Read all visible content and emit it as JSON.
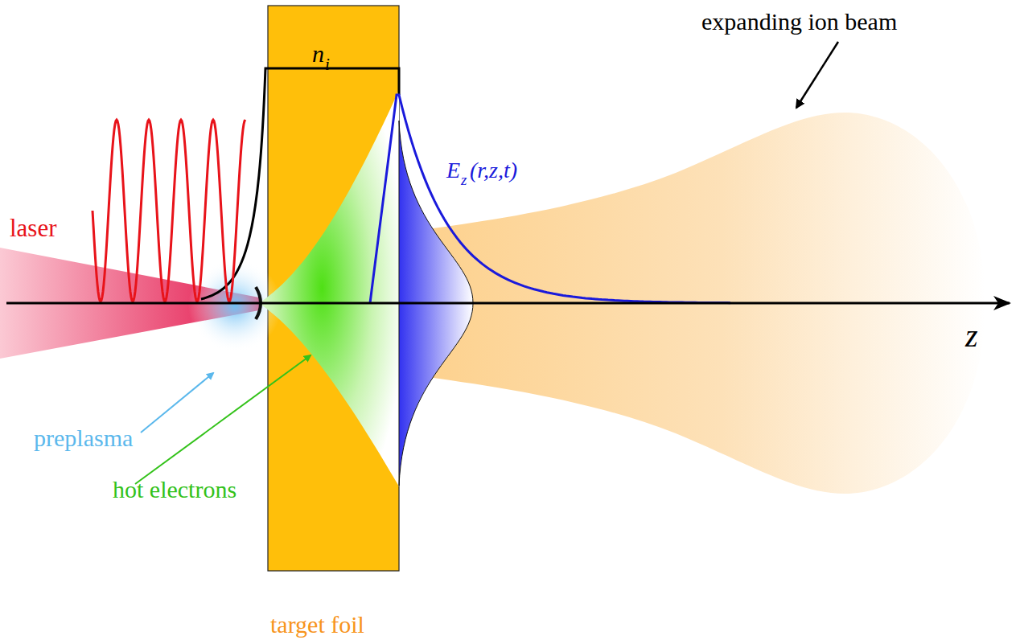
{
  "diagram": {
    "labels": [
      "expanding ion beam",
      "n",
      "i",
      "laser",
      "E",
      "z",
      "(r,z,t)",
      "z",
      "preplasma",
      "hot electrons",
      "target foil"
    ]
  }
}
